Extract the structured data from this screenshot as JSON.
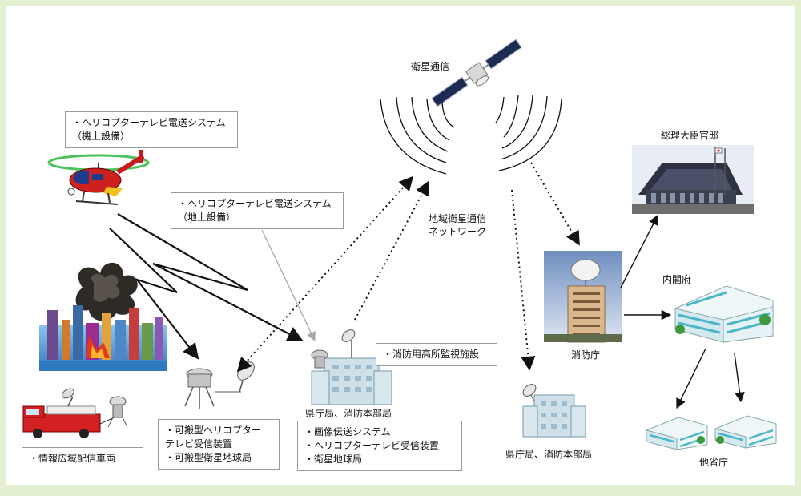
{
  "satellite_label": "衛星通信",
  "network_label": [
    "地域衛星通信",
    "ネットワーク"
  ],
  "heli_air_box": [
    "・ヘリコプターテレビ電送システム",
    "（機上設備）"
  ],
  "heli_ground_box": [
    "・ヘリコプターテレビ電送システム",
    "（地上設備）"
  ],
  "fire_watch_box": "・消防用高所監視施設",
  "broadcast_vehicle_box": "・情報広域配信車両",
  "portable_box": [
    "・可搬型ヘリコプター",
    "テレビ受信装置",
    "・可搬型衛星地球局"
  ],
  "pref_center_label": "県庁局、消防本部局",
  "pref_center_box": [
    "・画像伝送システム",
    "・ヘリコプターテレビ受信装置",
    "・衛星地球局"
  ],
  "pref_right_label": "県庁局、消防本部局",
  "fdma_label": "消防庁",
  "pm_office_label": "総理大臣官邸",
  "cabinet_label": "内閣府",
  "ministries_label": "他省庁",
  "colors": {
    "frame": "#e4f0d2",
    "arrow": "#111111",
    "gray_arrow": "#a8a8a8",
    "building": "#a9c8d6",
    "fire_truck": "#d42020"
  }
}
